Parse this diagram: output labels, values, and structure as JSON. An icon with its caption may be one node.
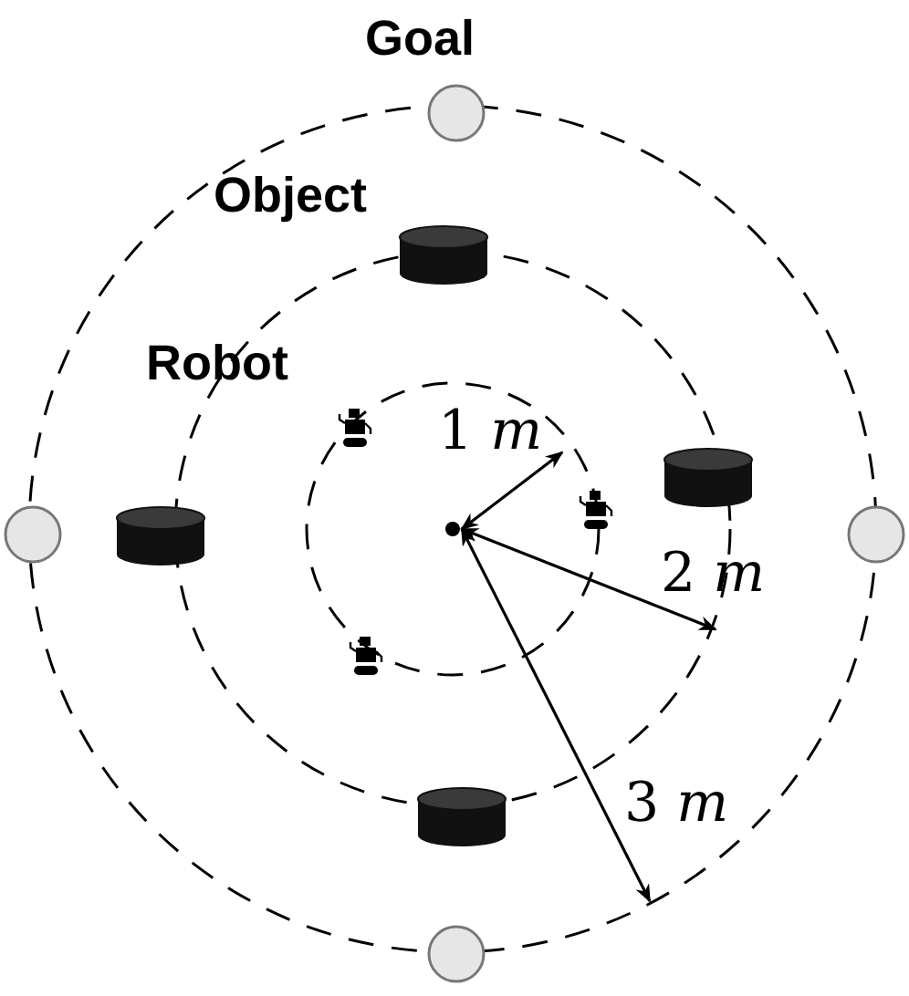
{
  "diagram": {
    "labels": [
      "Goal",
      "Object",
      "Robot",
      "1 *m*",
      "2 *m*",
      "3 *m*"
    ]
  }
}
